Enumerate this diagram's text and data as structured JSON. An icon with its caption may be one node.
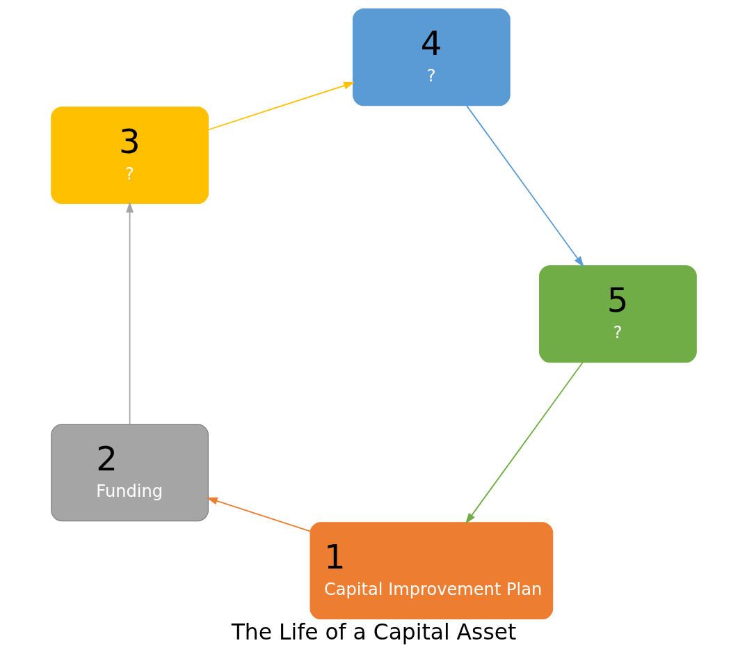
{
  "diagram": {
    "title": "The Life of a Capital Asset",
    "nodes": [
      {
        "text": [
          "1",
          "Capital Improvement Plan"
        ]
      },
      {
        "text": [
          "2",
          "Funding"
        ]
      },
      {
        "text": [
          "3",
          "?"
        ]
      },
      {
        "text": [
          "4",
          "?"
        ]
      },
      {
        "text": [
          "5",
          "?"
        ]
      }
    ],
    "edges": [
      {
        "from": 0,
        "to": 1,
        "arrow": "to",
        "color": "#ed7d31"
      },
      {
        "from": 1,
        "to": 2,
        "arrow": "to",
        "color": "#a5a5a5"
      },
      {
        "from": 2,
        "to": 3,
        "arrow": "to",
        "color": "#ffc000"
      },
      {
        "from": 3,
        "to": 4,
        "arrow": "to",
        "color": "#5b9bd5"
      },
      {
        "from": 4,
        "to": 0,
        "arrow": "to",
        "color": "#70ad47"
      }
    ]
  }
}
